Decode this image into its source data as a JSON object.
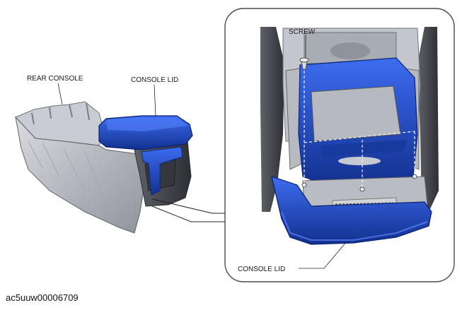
{
  "labels": {
    "rear_console": "REAR CONSOLE",
    "console_lid": "CONSOLE LID",
    "screw": "SCREW",
    "console_lid_detail": "CONSOLE LID"
  },
  "figure_code": "ac5uuw00006709",
  "colors": {
    "lid_blue": "#1f4fd6",
    "lid_blue_dark": "#0e2e8c",
    "console_gray": "#b9bcc3",
    "panel_gray": "#9ea2a9",
    "detail_frame": "#4a4a4a"
  }
}
